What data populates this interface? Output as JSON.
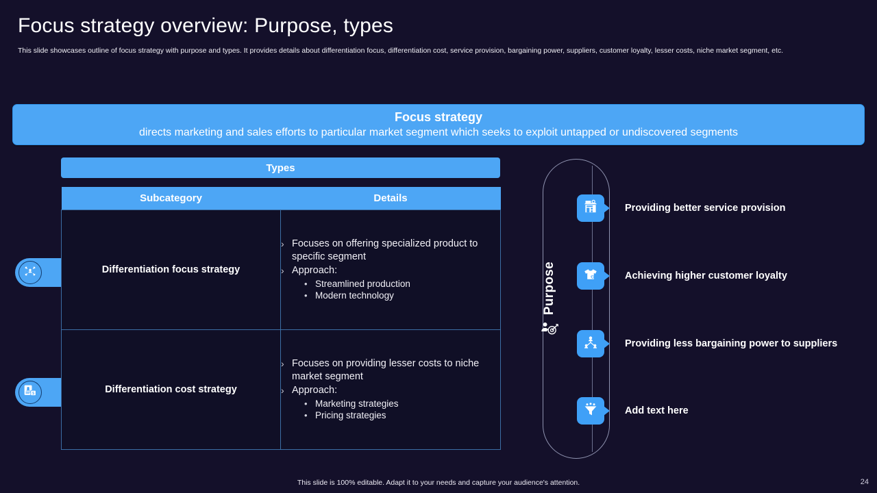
{
  "header": {
    "title": "Focus strategy overview: Purpose, types",
    "subtitle": "This slide showcases outline of focus strategy with purpose and types. It provides details about differentiation focus, differentiation cost, service provision, bargaining power, suppliers, customer loyalty, lesser costs, niche market segment, etc."
  },
  "banner": {
    "title": "Focus strategy",
    "description": "directs marketing and sales efforts to particular market segment which seeks to exploit untapped or undiscovered segments"
  },
  "types": {
    "panel_title": "Types",
    "columns": [
      "Subcategory",
      "Details"
    ],
    "rows": [
      {
        "subcategory": "Differentiation focus strategy",
        "details": [
          {
            "level": 1,
            "marker": "›",
            "text": "Focuses on offering specialized product to specific segment"
          },
          {
            "level": 1,
            "marker": "›",
            "text": "Approach:"
          },
          {
            "level": 2,
            "marker": "•",
            "text": "Streamlined production"
          },
          {
            "level": 2,
            "marker": "•",
            "text": "Modern technology"
          }
        ]
      },
      {
        "subcategory": "Differentiation cost strategy",
        "details": [
          {
            "level": 1,
            "marker": "›",
            "text": "Focuses on providing lesser costs to niche market segment"
          },
          {
            "level": 1,
            "marker": "›",
            "text": "Approach:"
          },
          {
            "level": 2,
            "marker": "•",
            "text": "Marketing strategies"
          },
          {
            "level": 2,
            "marker": "•",
            "text": "Pricing strategies"
          }
        ]
      }
    ],
    "side_badges": [
      {
        "icon": "target-person-icon"
      },
      {
        "icon": "document-cost-icon"
      }
    ]
  },
  "purpose": {
    "label": "Purpose",
    "label_icon": "person-target-icon",
    "items": [
      {
        "icon": "storefront-icon",
        "text": "Providing better service provision"
      },
      {
        "icon": "tshirt-tag-icon",
        "text": "Achieving higher customer loyalty"
      },
      {
        "icon": "network-users-icon",
        "text": "Providing less bargaining power to suppliers"
      },
      {
        "icon": "funnel-icon",
        "text": "Add text here"
      }
    ]
  },
  "footer": {
    "note": "This slide is 100% editable. Adapt it to your needs and capture your audience's attention.",
    "page_number": "24"
  },
  "colors": {
    "background": "#14102a",
    "accent_blue": "#4da6f5",
    "chip_blue": "#3fa0f7",
    "table_cell": "#100f26",
    "table_border": "#3c6ea5",
    "rail": "#6e7291"
  }
}
